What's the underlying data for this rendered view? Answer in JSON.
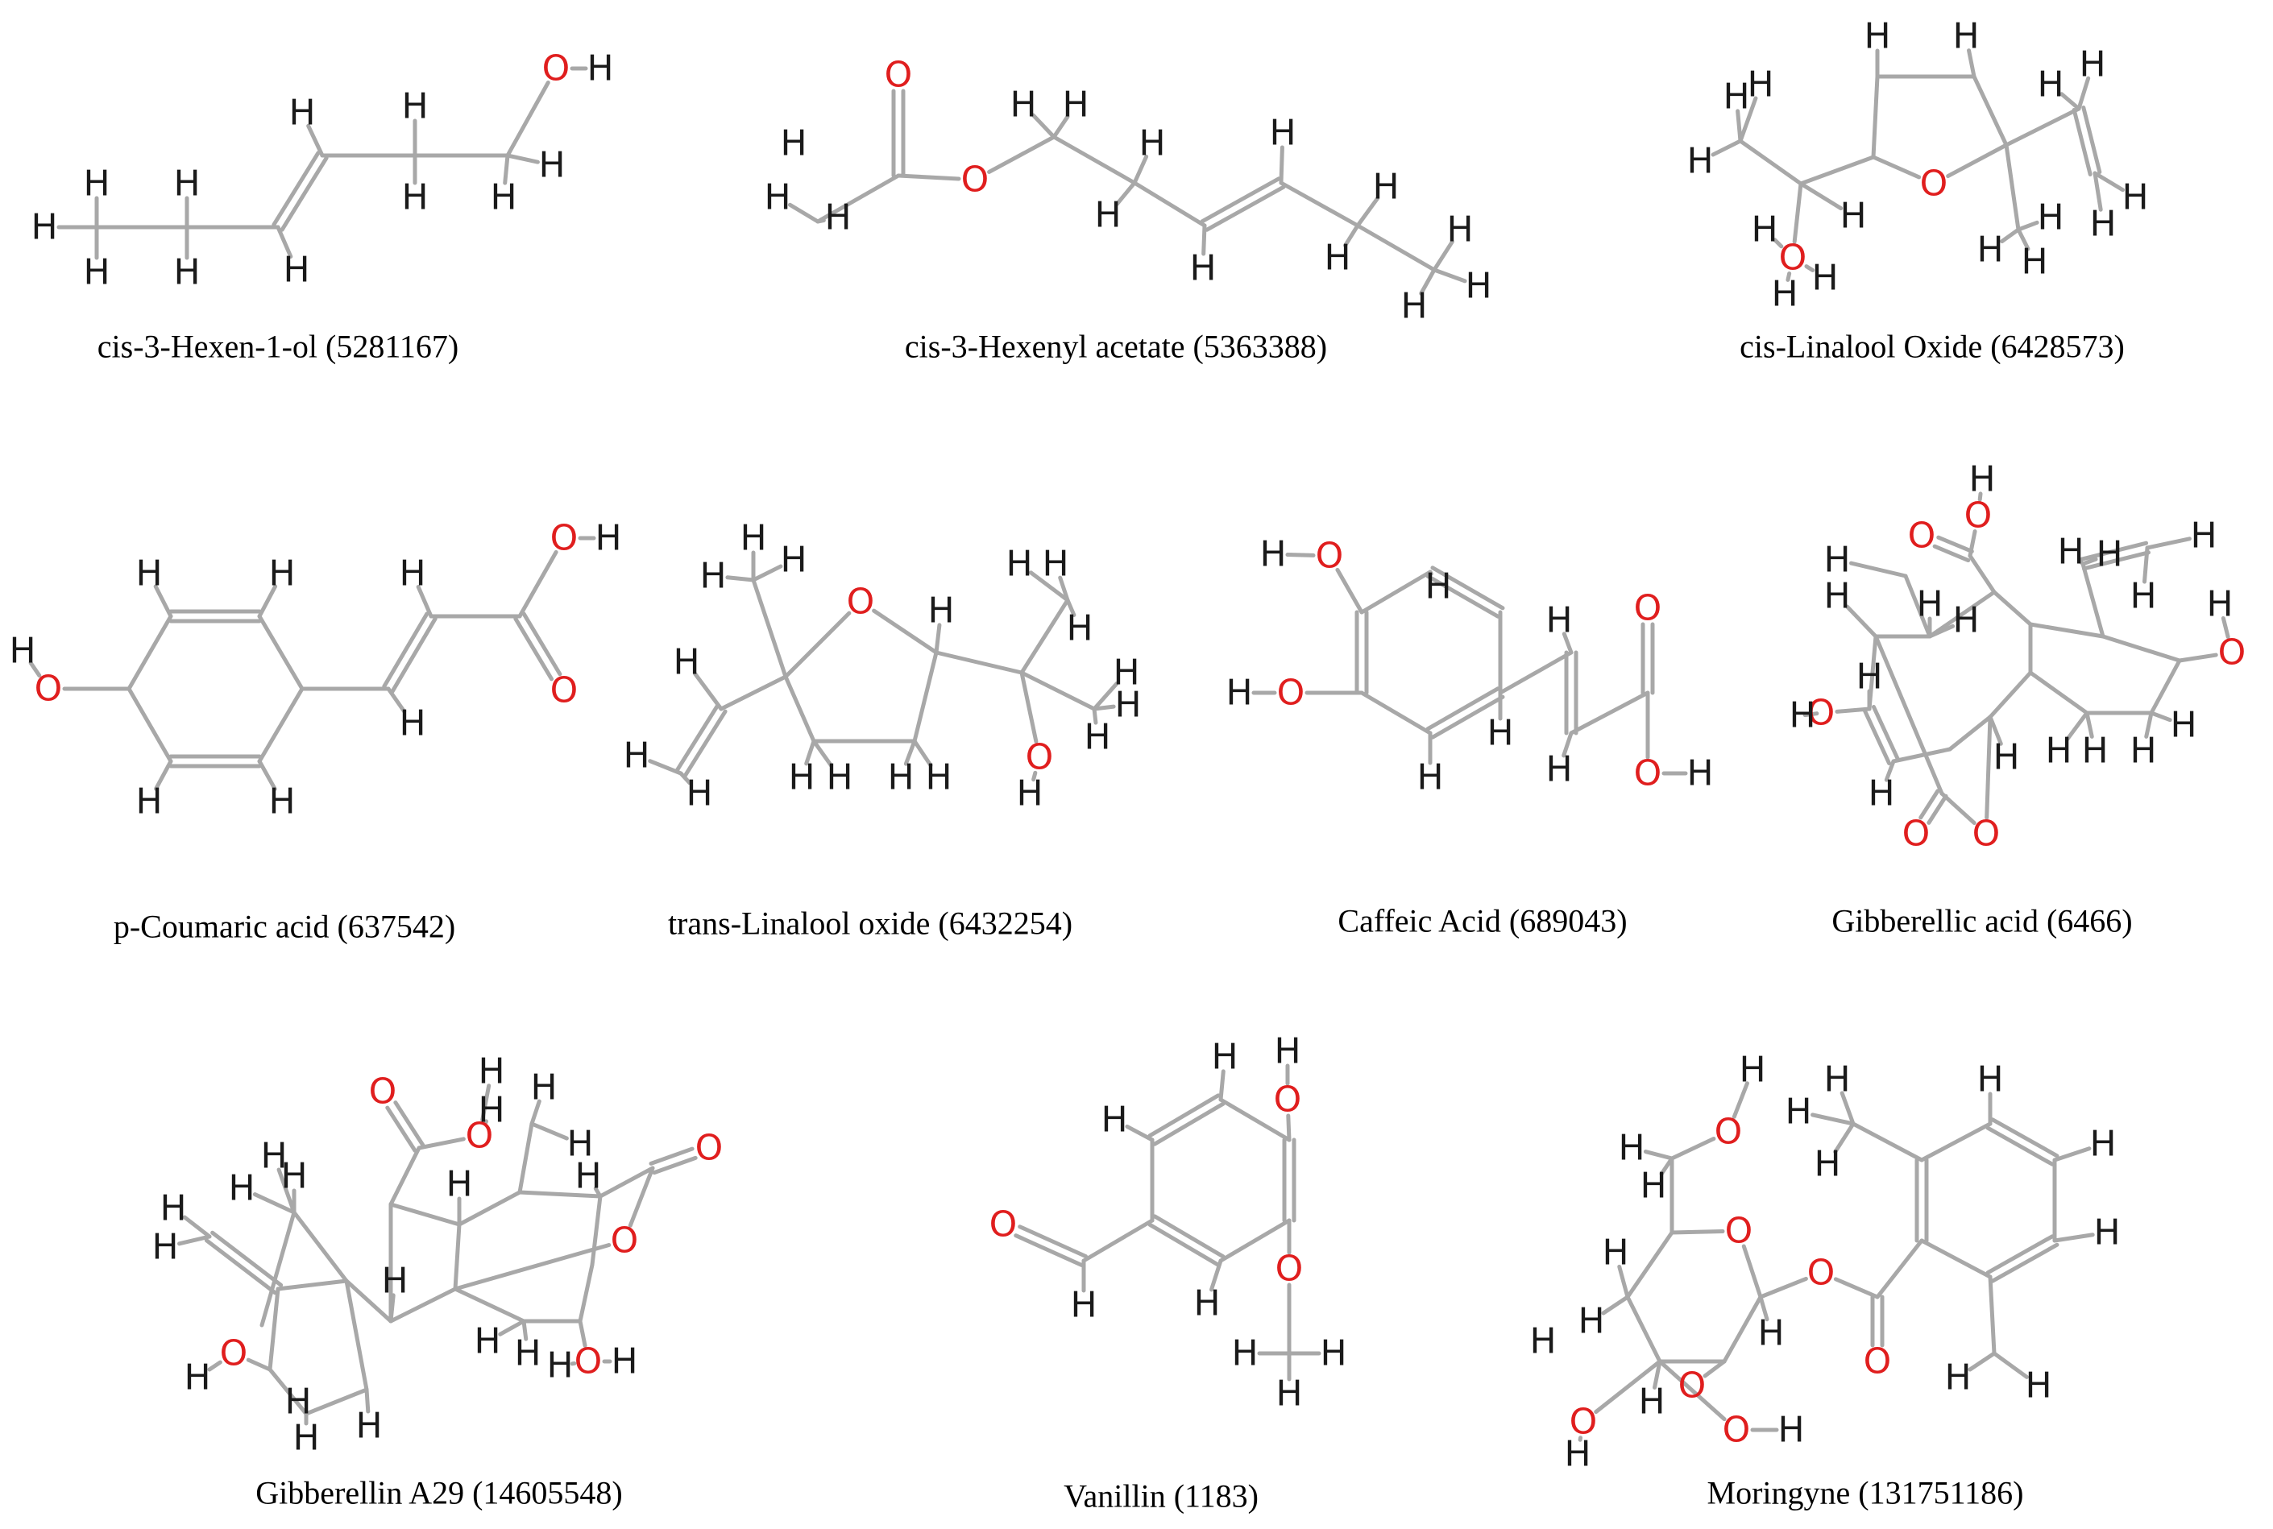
{
  "colors": {
    "bond": "#a8a8a8",
    "hydrogen": "#1a1a1a",
    "oxygen": "#e01e1e",
    "caption": "#000000",
    "background": "#ffffff"
  },
  "molecules": [
    {
      "key": "cis3hexenol",
      "caption": "cis-3-Hexen-1-ol (5281167)"
    },
    {
      "key": "cis3hexenylacetate",
      "caption": "cis-3-Hexenyl acetate (5363388)"
    },
    {
      "key": "cislinalooloxide",
      "caption": "cis-Linalool Oxide (6428573)"
    },
    {
      "key": "pcoumaric",
      "caption": "p-Coumaric acid (637542)"
    },
    {
      "key": "translinalooloxide",
      "caption": "trans-Linalool oxide (6432254)"
    },
    {
      "key": "caffeic",
      "caption": "Caffeic Acid (689043)"
    },
    {
      "key": "gibberellic",
      "caption": "Gibberellic acid (6466)"
    },
    {
      "key": "gibberellinA29",
      "caption": "Gibberellin A29 (14605548)"
    },
    {
      "key": "vanillin",
      "caption": "Vanillin (1183)"
    },
    {
      "key": "moringyne",
      "caption": "Moringyne (131751186)"
    }
  ]
}
